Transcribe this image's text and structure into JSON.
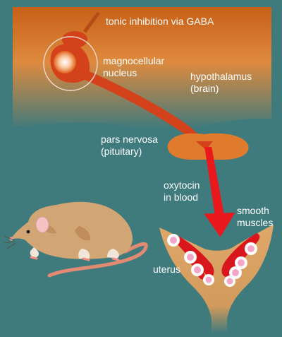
{
  "labels": {
    "gaba": "tonic inhibition via GABA",
    "magnocellular": [
      "magnocellular",
      "nucleus"
    ],
    "hypothalamus": [
      "hypothalamus",
      "(brain)"
    ],
    "pars_nervosa": [
      "pars nervosa",
      "(pituitary)"
    ],
    "oxytocin": [
      "oxytocin",
      "in blood"
    ],
    "smooth_muscles": [
      "smooth",
      "muscles"
    ],
    "uterus": "uterus"
  },
  "colors": {
    "background": "#3f7a7d",
    "brain_top": "#d2691e",
    "neuron": "#d3421a",
    "arrow": "#e8181c",
    "uterus": "#d8a368",
    "cell_nucleus": "#f4a6c8"
  }
}
